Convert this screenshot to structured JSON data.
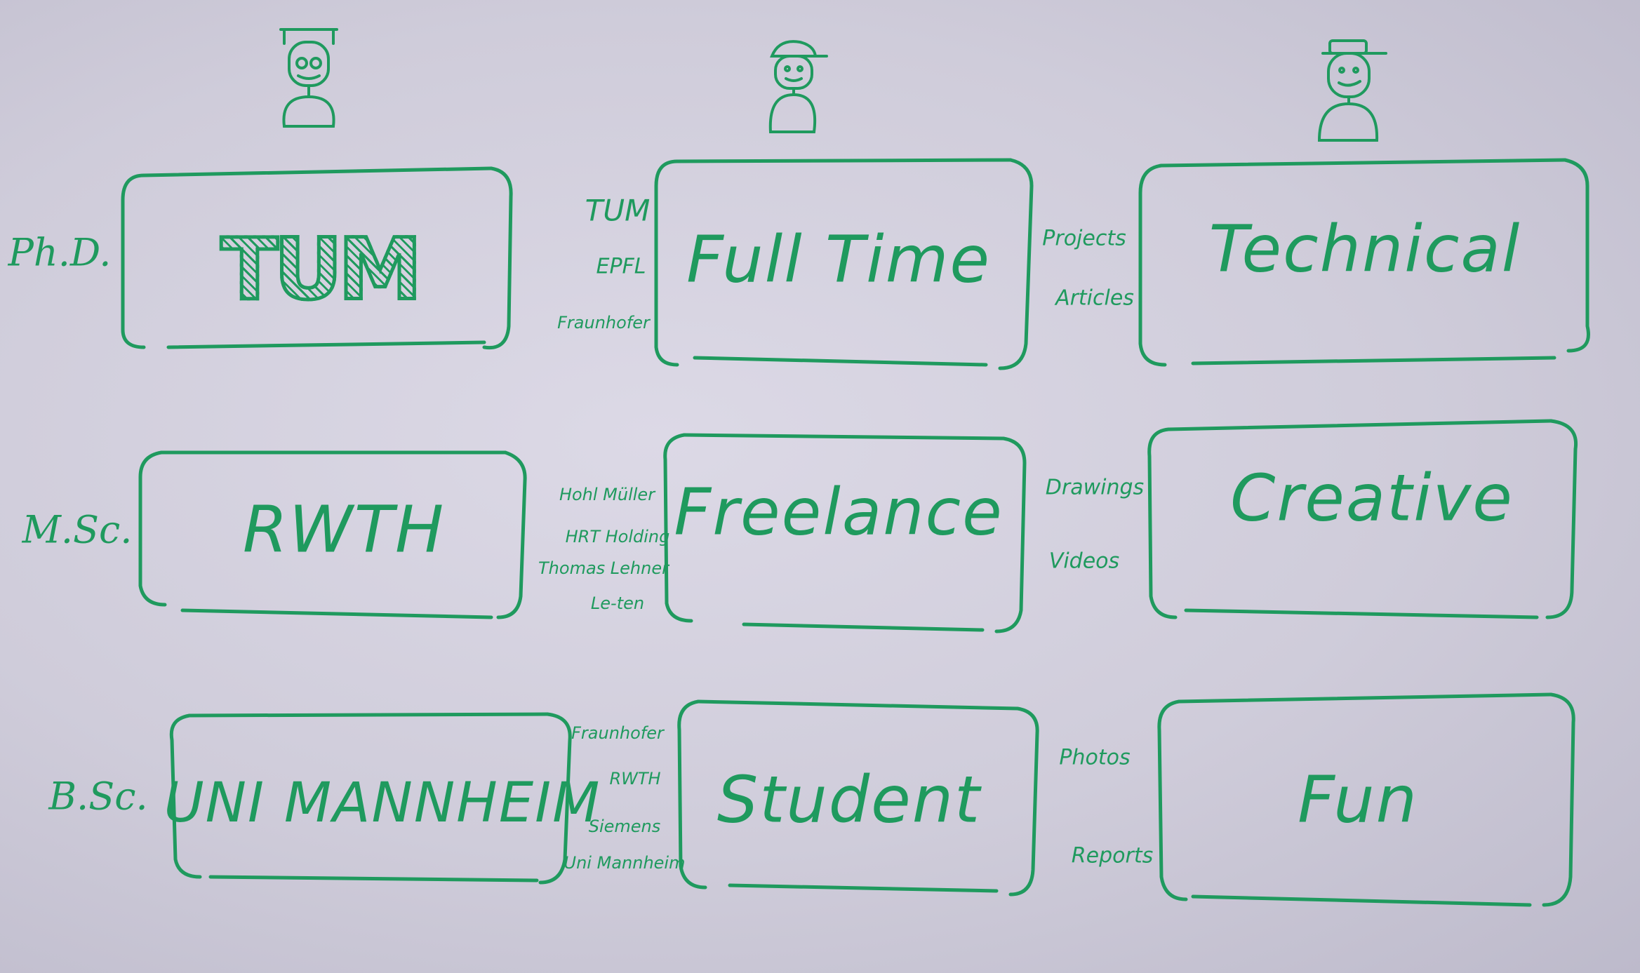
{
  "rows": [
    {
      "level": "Ph.D.",
      "education": "TUM",
      "education_links": [
        "TUM",
        "EPFL",
        "Fraunhofer"
      ],
      "work": "Full Time",
      "work_links": [
        "Projects",
        "Articles"
      ],
      "project": "Technical"
    },
    {
      "level": "M.Sc.",
      "education": "RWTH",
      "education_links": [
        "Hohl Müller",
        "HRT Holding",
        "Thomas Lehner",
        "Le-ten"
      ],
      "work": "Freelance",
      "work_links": [
        "Drawings",
        "Videos"
      ],
      "project": "Creative"
    },
    {
      "level": "B.Sc.",
      "education": "UNI MANNHEIM",
      "education_links": [
        "Fraunhofer",
        "RWTH",
        "Siemens",
        "Uni Mannheim"
      ],
      "work": "Student",
      "work_links": [
        "Photos",
        "Reports"
      ],
      "project": "Fun"
    }
  ],
  "icons": [
    "graduate-figure-icon",
    "worker-figure-icon",
    "cap-figure-icon"
  ],
  "colors": {
    "ink": "#1f9a5e",
    "board": "#d4d1de"
  }
}
